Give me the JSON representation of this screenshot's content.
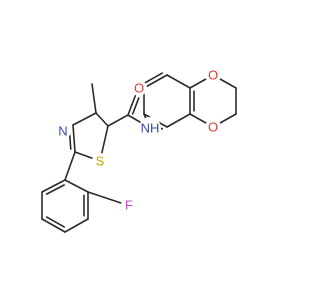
{
  "molecule": {
    "colors": {
      "bond": "#2b2b2b",
      "O": "#e53935",
      "N": "#3949ab",
      "S": "#c7a600",
      "F": "#c04ac7",
      "NH": "#3949ab"
    },
    "atoms": [
      {
        "id": "O1",
        "label": "O"
      },
      {
        "id": "O2",
        "label": "O"
      },
      {
        "id": "O3",
        "label": "O"
      },
      {
        "id": "NH",
        "label": "NH"
      },
      {
        "id": "N1",
        "label": "N"
      },
      {
        "id": "S1",
        "label": "S"
      },
      {
        "id": "F1",
        "label": "F"
      }
    ]
  }
}
